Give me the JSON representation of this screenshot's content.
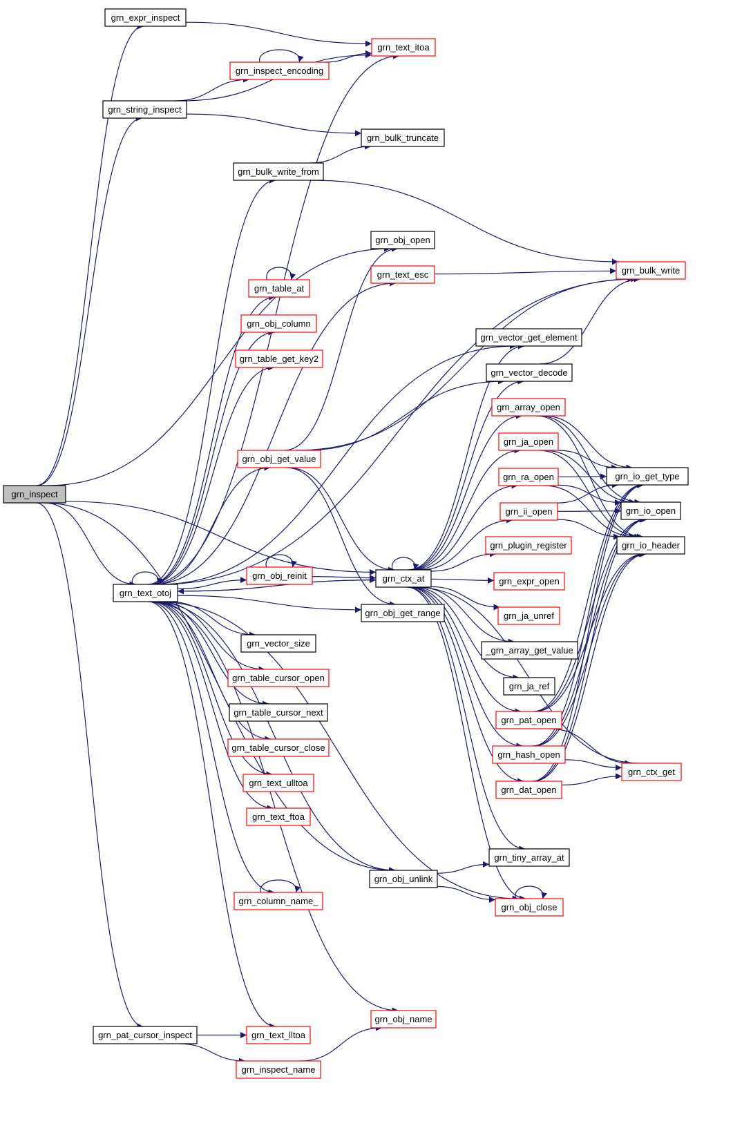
{
  "colors": {
    "edge": "#191970",
    "focus_fill": "#bfbfbf",
    "box_fill": "#ffffff",
    "border_black": "#000000",
    "border_red": "#ff0000"
  },
  "nodes": [
    {
      "id": "grn_inspect",
      "label": "grn_inspect",
      "border": "black",
      "focus": true
    },
    {
      "id": "grn_expr_inspect",
      "label": "grn_expr_inspect",
      "border": "black"
    },
    {
      "id": "grn_text_itoa",
      "label": "grn_text_itoa",
      "border": "red"
    },
    {
      "id": "grn_inspect_encoding",
      "label": "grn_inspect_encoding",
      "border": "red"
    },
    {
      "id": "grn_string_inspect",
      "label": "grn_string_inspect",
      "border": "black"
    },
    {
      "id": "grn_bulk_truncate",
      "label": "grn_bulk_truncate",
      "border": "black"
    },
    {
      "id": "grn_bulk_write_from",
      "label": "grn_bulk_write_from",
      "border": "black"
    },
    {
      "id": "grn_obj_open",
      "label": "grn_obj_open",
      "border": "black"
    },
    {
      "id": "grn_bulk_write",
      "label": "grn_bulk_write",
      "border": "red"
    },
    {
      "id": "grn_text_esc",
      "label": "grn_text_esc",
      "border": "red"
    },
    {
      "id": "grn_table_at",
      "label": "grn_table_at",
      "border": "red"
    },
    {
      "id": "grn_obj_column",
      "label": "grn_obj_column",
      "border": "red"
    },
    {
      "id": "grn_table_get_key2",
      "label": "grn_table_get_key2",
      "border": "red"
    },
    {
      "id": "grn_vector_get_element",
      "label": "grn_vector_get_element",
      "border": "black"
    },
    {
      "id": "grn_vector_decode",
      "label": "grn_vector_decode",
      "border": "black"
    },
    {
      "id": "grn_array_open",
      "label": "grn_array_open",
      "border": "red"
    },
    {
      "id": "grn_ja_open",
      "label": "grn_ja_open",
      "border": "red"
    },
    {
      "id": "grn_obj_get_value",
      "label": "grn_obj_get_value",
      "border": "red"
    },
    {
      "id": "grn_io_get_type",
      "label": "grn_io_get_type",
      "border": "black"
    },
    {
      "id": "grn_ra_open",
      "label": "grn_ra_open",
      "border": "red"
    },
    {
      "id": "grn_io_open",
      "label": "grn_io_open",
      "border": "black"
    },
    {
      "id": "grn_ii_open",
      "label": "grn_ii_open",
      "border": "red"
    },
    {
      "id": "grn_io_header",
      "label": "grn_io_header",
      "border": "black"
    },
    {
      "id": "grn_plugin_register",
      "label": "grn_plugin_register",
      "border": "red"
    },
    {
      "id": "grn_obj_reinit",
      "label": "grn_obj_reinit",
      "border": "red"
    },
    {
      "id": "grn_ctx_at",
      "label": "grn_ctx_at",
      "border": "black"
    },
    {
      "id": "grn_expr_open",
      "label": "grn_expr_open",
      "border": "red"
    },
    {
      "id": "grn_text_otoj",
      "label": "grn_text_otoj",
      "border": "black"
    },
    {
      "id": "grn_obj_get_range",
      "label": "grn_obj_get_range",
      "border": "black"
    },
    {
      "id": "grn_ja_unref",
      "label": "grn_ja_unref",
      "border": "red"
    },
    {
      "id": "grn_vector_size",
      "label": "grn_vector_size",
      "border": "black"
    },
    {
      "id": "_grn_array_get_value",
      "label": "_grn_array_get_value",
      "border": "black"
    },
    {
      "id": "grn_table_cursor_open",
      "label": "grn_table_cursor_open",
      "border": "red"
    },
    {
      "id": "grn_ja_ref",
      "label": "grn_ja_ref",
      "border": "black"
    },
    {
      "id": "grn_table_cursor_next",
      "label": "grn_table_cursor_next",
      "border": "black"
    },
    {
      "id": "grn_pat_open",
      "label": "grn_pat_open",
      "border": "red"
    },
    {
      "id": "grn_table_cursor_close",
      "label": "grn_table_cursor_close",
      "border": "red"
    },
    {
      "id": "grn_hash_open",
      "label": "grn_hash_open",
      "border": "red"
    },
    {
      "id": "grn_ctx_get",
      "label": "grn_ctx_get",
      "border": "red"
    },
    {
      "id": "grn_text_ulltoa",
      "label": "grn_text_ulltoa",
      "border": "red"
    },
    {
      "id": "grn_dat_open",
      "label": "grn_dat_open",
      "border": "red"
    },
    {
      "id": "grn_text_ftoa",
      "label": "grn_text_ftoa",
      "border": "red"
    },
    {
      "id": "grn_tiny_array_at",
      "label": "grn_tiny_array_at",
      "border": "black"
    },
    {
      "id": "grn_obj_unlink",
      "label": "grn_obj_unlink",
      "border": "black"
    },
    {
      "id": "grn_column_name_",
      "label": "grn_column_name_",
      "border": "red"
    },
    {
      "id": "grn_obj_close",
      "label": "grn_obj_close",
      "border": "red"
    },
    {
      "id": "grn_obj_name",
      "label": "grn_obj_name",
      "border": "red"
    },
    {
      "id": "grn_pat_cursor_inspect",
      "label": "grn_pat_cursor_inspect",
      "border": "black"
    },
    {
      "id": "grn_text_lltoa",
      "label": "grn_text_lltoa",
      "border": "red"
    },
    {
      "id": "grn_inspect_name",
      "label": "grn_inspect_name",
      "border": "red"
    }
  ],
  "edges": [
    [
      "grn_inspect",
      "grn_expr_inspect"
    ],
    [
      "grn_inspect",
      "grn_string_inspect"
    ],
    [
      "grn_inspect",
      "grn_obj_open"
    ],
    [
      "grn_inspect",
      "grn_ctx_at"
    ],
    [
      "grn_inspect",
      "grn_text_otoj"
    ],
    [
      "grn_inspect",
      "grn_obj_unlink"
    ],
    [
      "grn_inspect",
      "grn_pat_cursor_inspect"
    ],
    [
      "grn_expr_inspect",
      "grn_text_itoa"
    ],
    [
      "grn_inspect_encoding",
      "grn_text_itoa"
    ],
    [
      "grn_inspect_encoding",
      "grn_inspect_encoding"
    ],
    [
      "grn_string_inspect",
      "grn_text_itoa"
    ],
    [
      "grn_string_inspect",
      "grn_inspect_encoding"
    ],
    [
      "grn_string_inspect",
      "grn_bulk_truncate"
    ],
    [
      "grn_bulk_write_from",
      "grn_bulk_truncate"
    ],
    [
      "grn_bulk_write_from",
      "grn_bulk_write"
    ],
    [
      "grn_text_esc",
      "grn_bulk_write"
    ],
    [
      "grn_table_at",
      "grn_table_at"
    ],
    [
      "grn_vector_decode",
      "grn_bulk_write"
    ],
    [
      "grn_array_open",
      "grn_io_get_type"
    ],
    [
      "grn_array_open",
      "grn_io_open"
    ],
    [
      "grn_array_open",
      "grn_io_header"
    ],
    [
      "grn_ja_open",
      "grn_io_get_type"
    ],
    [
      "grn_ja_open",
      "grn_io_open"
    ],
    [
      "grn_ja_open",
      "grn_io_header"
    ],
    [
      "grn_ra_open",
      "grn_io_get_type"
    ],
    [
      "grn_ra_open",
      "grn_io_open"
    ],
    [
      "grn_ra_open",
      "grn_io_header"
    ],
    [
      "grn_ii_open",
      "grn_io_get_type"
    ],
    [
      "grn_ii_open",
      "grn_io_open"
    ],
    [
      "grn_ii_open",
      "grn_io_header"
    ],
    [
      "grn_obj_get_value",
      "grn_obj_open"
    ],
    [
      "grn_obj_get_value",
      "grn_bulk_write"
    ],
    [
      "grn_obj_get_value",
      "grn_vector_decode"
    ],
    [
      "grn_obj_get_value",
      "grn_ctx_at"
    ],
    [
      "grn_obj_get_value",
      "grn_obj_get_range"
    ],
    [
      "grn_obj_reinit",
      "grn_ctx_at"
    ],
    [
      "grn_obj_reinit",
      "grn_obj_reinit"
    ],
    [
      "grn_ctx_at",
      "grn_ctx_at"
    ],
    [
      "grn_ctx_at",
      "grn_text_otoj"
    ],
    [
      "grn_ctx_at",
      "grn_vector_get_element"
    ],
    [
      "grn_ctx_at",
      "grn_vector_decode"
    ],
    [
      "grn_ctx_at",
      "grn_array_open"
    ],
    [
      "grn_ctx_at",
      "grn_ja_open"
    ],
    [
      "grn_ctx_at",
      "grn_ra_open"
    ],
    [
      "grn_ctx_at",
      "grn_ii_open"
    ],
    [
      "grn_ctx_at",
      "grn_plugin_register"
    ],
    [
      "grn_ctx_at",
      "grn_expr_open"
    ],
    [
      "grn_ctx_at",
      "grn_ja_unref"
    ],
    [
      "grn_ctx_at",
      "_grn_array_get_value"
    ],
    [
      "grn_ctx_at",
      "grn_ja_ref"
    ],
    [
      "grn_ctx_at",
      "grn_pat_open"
    ],
    [
      "grn_ctx_at",
      "grn_hash_open"
    ],
    [
      "grn_ctx_at",
      "grn_dat_open"
    ],
    [
      "grn_ctx_at",
      "grn_tiny_array_at"
    ],
    [
      "grn_ctx_at",
      "grn_obj_close"
    ],
    [
      "grn_text_otoj",
      "grn_text_otoj"
    ],
    [
      "grn_text_otoj",
      "grn_text_itoa"
    ],
    [
      "grn_text_otoj",
      "grn_bulk_write_from"
    ],
    [
      "grn_text_otoj",
      "grn_bulk_write"
    ],
    [
      "grn_text_otoj",
      "grn_text_esc"
    ],
    [
      "grn_text_otoj",
      "grn_table_at"
    ],
    [
      "grn_text_otoj",
      "grn_obj_column"
    ],
    [
      "grn_text_otoj",
      "grn_table_get_key2"
    ],
    [
      "grn_text_otoj",
      "grn_vector_get_element"
    ],
    [
      "grn_text_otoj",
      "grn_obj_get_value"
    ],
    [
      "grn_text_otoj",
      "grn_ctx_at"
    ],
    [
      "grn_text_otoj",
      "grn_obj_reinit"
    ],
    [
      "grn_text_otoj",
      "grn_obj_get_range"
    ],
    [
      "grn_text_otoj",
      "grn_vector_size"
    ],
    [
      "grn_text_otoj",
      "grn_table_cursor_open"
    ],
    [
      "grn_text_otoj",
      "grn_table_cursor_next"
    ],
    [
      "grn_text_otoj",
      "grn_table_cursor_close"
    ],
    [
      "grn_text_otoj",
      "grn_text_ulltoa"
    ],
    [
      "grn_text_otoj",
      "grn_text_ftoa"
    ],
    [
      "grn_text_otoj",
      "grn_obj_unlink"
    ],
    [
      "grn_text_otoj",
      "grn_column_name_"
    ],
    [
      "grn_text_otoj",
      "grn_obj_close"
    ],
    [
      "grn_text_otoj",
      "grn_obj_name"
    ],
    [
      "grn_text_otoj",
      "grn_text_lltoa"
    ],
    [
      "grn_pat_open",
      "grn_io_get_type"
    ],
    [
      "grn_pat_open",
      "grn_io_open"
    ],
    [
      "grn_pat_open",
      "grn_io_header"
    ],
    [
      "grn_pat_open",
      "grn_ctx_get"
    ],
    [
      "grn_hash_open",
      "grn_io_get_type"
    ],
    [
      "grn_hash_open",
      "grn_io_open"
    ],
    [
      "grn_hash_open",
      "grn_io_header"
    ],
    [
      "grn_hash_open",
      "grn_ctx_get"
    ],
    [
      "grn_dat_open",
      "grn_io_get_type"
    ],
    [
      "grn_dat_open",
      "grn_io_open"
    ],
    [
      "grn_dat_open",
      "grn_io_header"
    ],
    [
      "grn_dat_open",
      "grn_ctx_get"
    ],
    [
      "grn_ctx_get",
      "grn_ctx_at"
    ],
    [
      "grn_obj_unlink",
      "grn_tiny_array_at"
    ],
    [
      "grn_obj_unlink",
      "grn_obj_close"
    ],
    [
      "grn_column_name_",
      "grn_column_name_"
    ],
    [
      "grn_obj_close",
      "grn_obj_close"
    ],
    [
      "grn_pat_cursor_inspect",
      "grn_text_lltoa"
    ],
    [
      "grn_pat_cursor_inspect",
      "grn_inspect_name"
    ],
    [
      "grn_inspect_name",
      "grn_obj_name"
    ]
  ]
}
